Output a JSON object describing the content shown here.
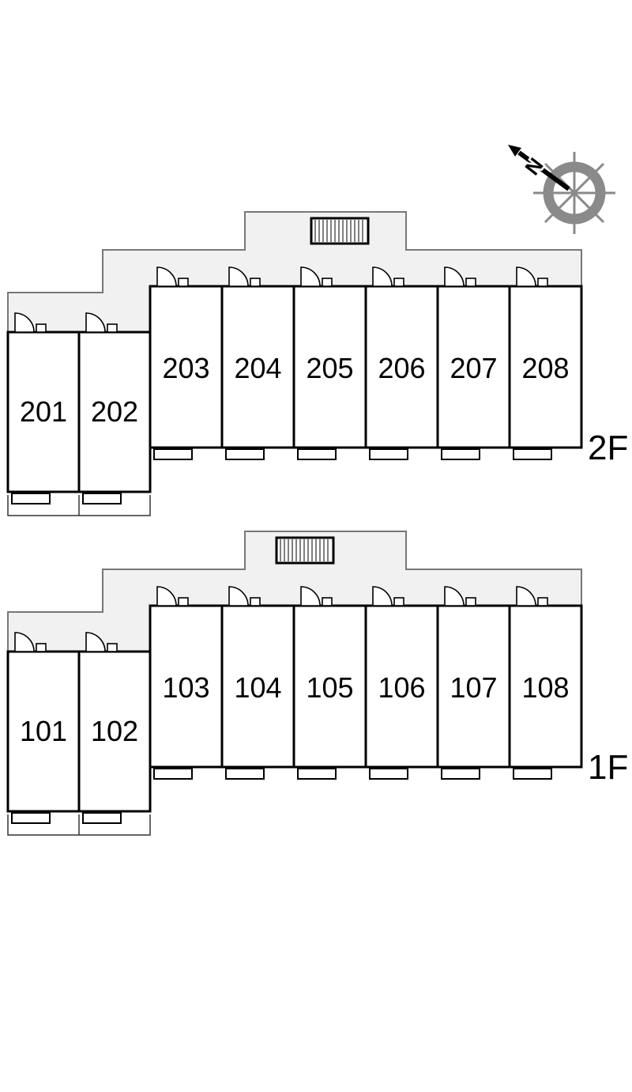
{
  "compass": {
    "north_label": "N"
  },
  "floors": [
    {
      "label": "2F",
      "left_rooms": [
        "201",
        "202"
      ],
      "right_rooms": [
        "203",
        "204",
        "205",
        "206",
        "207",
        "208"
      ]
    },
    {
      "label": "1F",
      "left_rooms": [
        "101",
        "102"
      ],
      "right_rooms": [
        "103",
        "104",
        "105",
        "106",
        "107",
        "108"
      ]
    }
  ],
  "colors": {
    "corridor_fill": "#f1f1f1",
    "wall": "#000000",
    "outer_wall": "#777777",
    "compass_gray": "#8a8a8a"
  }
}
